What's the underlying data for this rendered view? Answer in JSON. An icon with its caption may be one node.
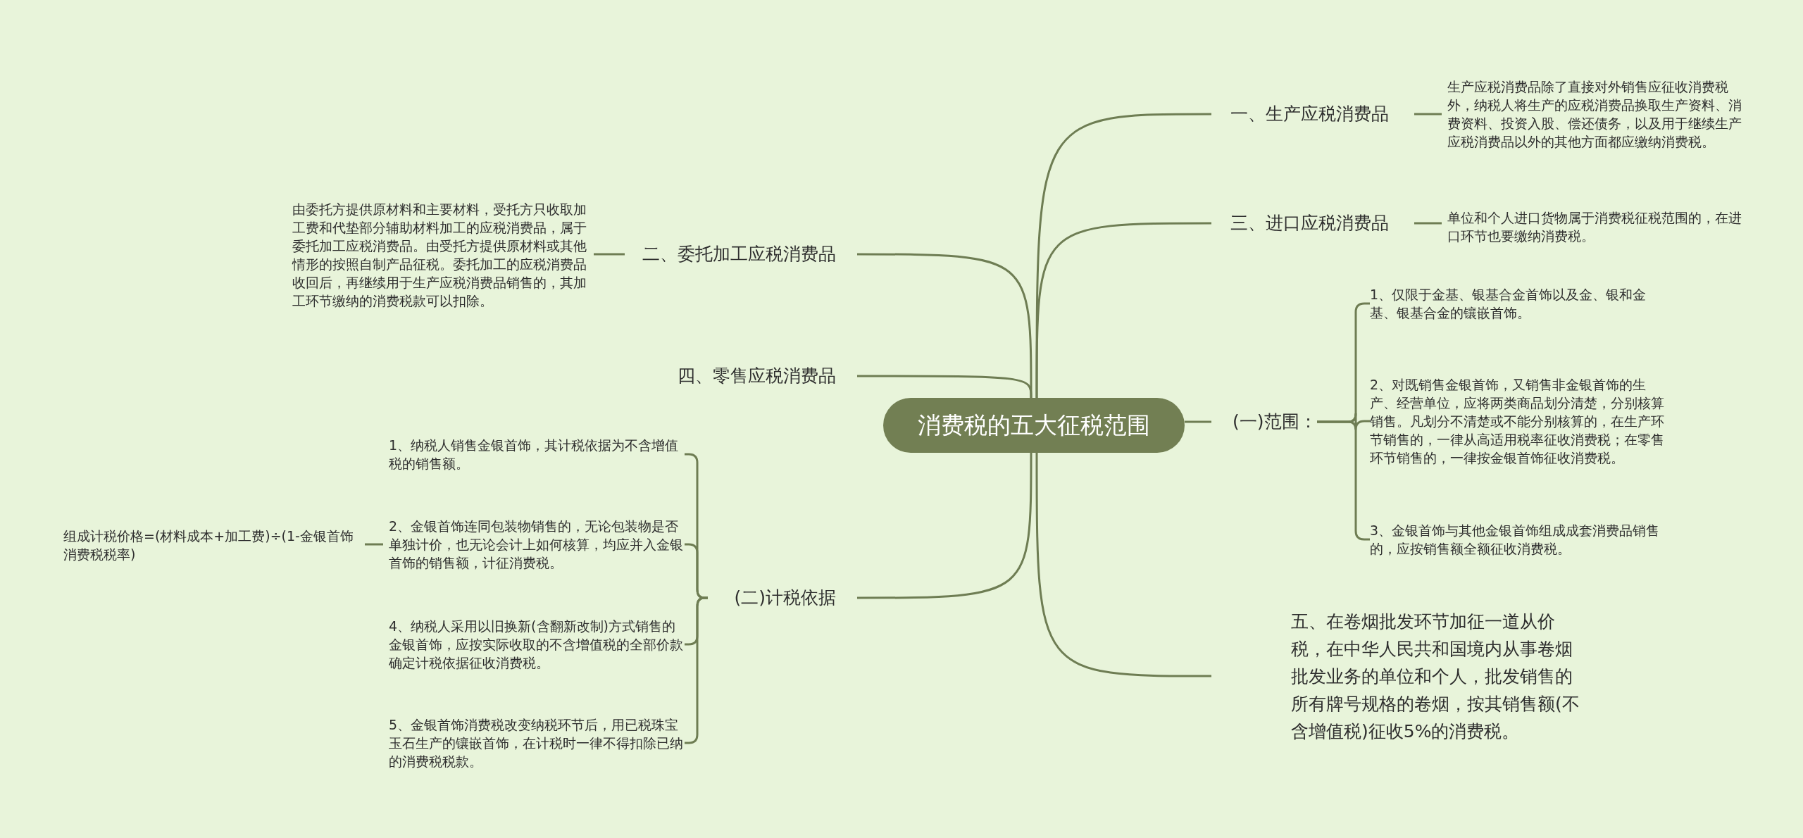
{
  "diagram": {
    "nodes": [
      {
        "text": [
          "消费税的五大征税范围"
        ]
      },
      {
        "text": [
          "一、生产应税消费品"
        ]
      },
      {
        "text": [
          "生产应税消费品除了直接对外销售应征收消费税外，纳税人将生产的应税消费品换取生产资料、消费资料、投资入股、偿还债务，以及用于继续生产应税消费品以外的其他方面都应缴纳消费税。"
        ]
      },
      {
        "text": [
          "三、进口应税消费品"
        ]
      },
      {
        "text": [
          "单位和个人进口货物属于消费税征税范围的，在进口环节也要缴纳消费税。"
        ]
      },
      {
        "text": [
          "(一)范围："
        ]
      },
      {
        "text": [
          "1、仅限于金基、银基合金首饰以及金、银和金基、银基合金的镶嵌首饰。"
        ]
      },
      {
        "text": [
          "2、对既销售金银首饰，又销售非金银首饰的生产、经营单位，应将两类商品划分清楚，分别核算销售。凡划分不清楚或不能分别核算的，在生产环节销售的，一律从高适用税率征收消费税；在零售环节销售的，一律按金银首饰征收消费税。"
        ]
      },
      {
        "text": [
          "3、金银首饰与其他金银首饰组成成套消费品销售的，应按销售额全额征收消费税。"
        ]
      },
      {
        "text": [
          "五、在卷烟批发环节加征一道从价税，在中华人民共和国境内从事卷烟批发业务的单位和个人，批发销售的所有牌号规格的卷烟，按其销售额(不含增值税)征收5%的消费税。"
        ]
      },
      {
        "text": [
          "二、委托加工应税消费品"
        ]
      },
      {
        "text": [
          "由委托方提供原材料和主要材料，受托方只收取加工费和代垫部分辅助材料加工的应税消费品，属于委托加工应税消费品。由受托方提供原材料或其他情形的按照自制产品征税。委托加工的应税消费品收回后，再继续用于生产应税消费品销售的，其加工环节缴纳的消费税款可以扣除。"
        ]
      },
      {
        "text": [
          "四、零售应税消费品"
        ]
      },
      {
        "text": [
          "(二)计税依据"
        ]
      },
      {
        "text": [
          "1、纳税人销售金银首饰，其计税依据为不含增值税的销售额。"
        ]
      },
      {
        "text": [
          "2、金银首饰连同包装物销售的，无论包装物是否单独计价，也无论会计上如何核算，均应并入金银首饰的销售额，计征消费税。"
        ]
      },
      {
        "text": [
          "4、纳税人采用以旧换新(含翻新改制)方式销售的金银首饰，应按实际收取的不含增值税的全部价款确定计税依据征收消费税。"
        ]
      },
      {
        "text": [
          "5、金银首饰消费税改变纳税环节后，用已税珠宝玉石生产的镶嵌首饰，在计税时一律不得扣除已纳的消费税税款。"
        ]
      },
      {
        "text": [
          "组成计税价格=(材料成本+加工费)÷(1-金银首饰消费税税率)"
        ]
      }
    ],
    "edges": [
      {
        "from": 0,
        "to": 1,
        "arrow": "none"
      },
      {
        "from": 1,
        "to": 2,
        "arrow": "none"
      },
      {
        "from": 0,
        "to": 3,
        "arrow": "none"
      },
      {
        "from": 3,
        "to": 4,
        "arrow": "none"
      },
      {
        "from": 0,
        "to": 5,
        "arrow": "none"
      },
      {
        "from": 5,
        "to": 6,
        "arrow": "none"
      },
      {
        "from": 5,
        "to": 7,
        "arrow": "none"
      },
      {
        "from": 5,
        "to": 8,
        "arrow": "none"
      },
      {
        "from": 0,
        "to": 9,
        "arrow": "none"
      },
      {
        "from": 0,
        "to": 10,
        "arrow": "none"
      },
      {
        "from": 10,
        "to": 11,
        "arrow": "none"
      },
      {
        "from": 0,
        "to": 12,
        "arrow": "none"
      },
      {
        "from": 0,
        "to": 13,
        "arrow": "none"
      },
      {
        "from": 13,
        "to": 14,
        "arrow": "none"
      },
      {
        "from": 13,
        "to": 15,
        "arrow": "none"
      },
      {
        "from": 13,
        "to": 16,
        "arrow": "none"
      },
      {
        "from": 13,
        "to": 17,
        "arrow": "none"
      },
      {
        "from": 15,
        "to": 18,
        "arrow": "none"
      }
    ]
  }
}
